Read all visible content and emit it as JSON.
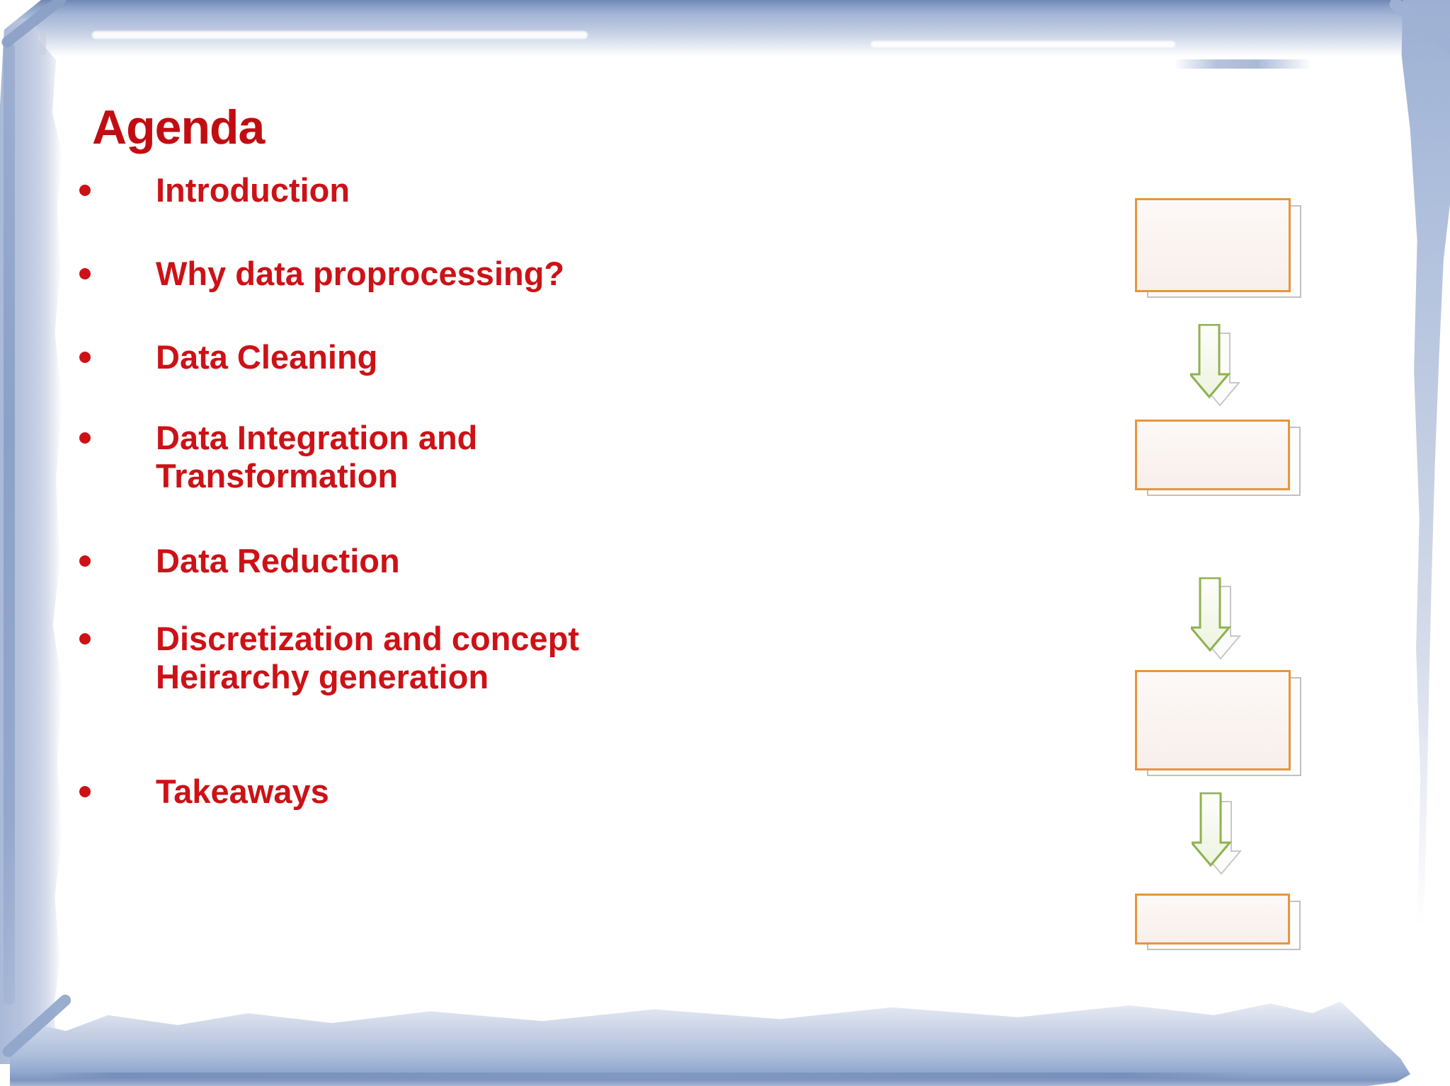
{
  "agenda": {
    "title": "Agenda",
    "items": [
      {
        "lines": [
          "Introduction"
        ]
      },
      {
        "lines": [
          "Why data proprocessing?"
        ]
      },
      {
        "lines": [
          "Data Cleaning"
        ]
      },
      {
        "lines": [
          "Data Integration and",
          "Transformation"
        ]
      },
      {
        "lines": [
          "Data Reduction"
        ]
      },
      {
        "lines": [
          "Discretization and concept",
          "Heirarchy generation"
        ]
      },
      {
        "lines": [
          "Takeaways"
        ]
      }
    ]
  },
  "diagram": {
    "type": "process-flow",
    "boxes": [
      "flow-box-1",
      "flow-box-2",
      "flow-box-3",
      "flow-box-4"
    ],
    "arrows": [
      "down-arrow-1",
      "down-arrow-2",
      "down-arrow-3"
    ]
  },
  "colors": {
    "title_red": "#c10d12",
    "item_red": "#cc1217",
    "box_border_orange": "#e6953d",
    "box_fill": "#faf1ed",
    "shadow_gray": "#c3c0c0",
    "arrow_green": "#8fb14f",
    "arrow_fill": "#edf3e0",
    "frame_blue": "#a9bad9",
    "frame_blue_dark": "#7e96bf",
    "frame_blue_light": "#d8dfec"
  }
}
